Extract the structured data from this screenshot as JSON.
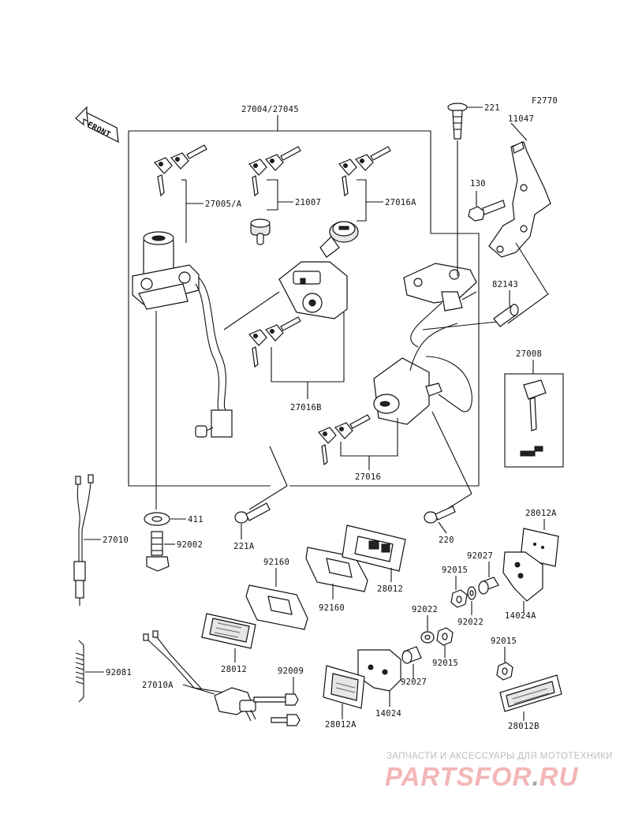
{
  "diagram": {
    "figure_code": "F2770",
    "front_label": "FRONT",
    "parts": {
      "p27004": "27004/27045",
      "p221": "221",
      "p11047": "11047",
      "p130": "130",
      "p27005A": "27005/A",
      "p21007": "21007",
      "p27016A": "27016A",
      "p82143": "82143",
      "p27008": "27008",
      "p27016B": "27016B",
      "p27016": "27016",
      "p411": "411",
      "p92002": "92002",
      "p27010": "27010",
      "p221A": "221A",
      "p220": "220",
      "p28012A_top": "28012A",
      "p92160_a": "92160",
      "p92160_b": "92160",
      "p28012_a": "28012",
      "p28012_b": "28012",
      "p92027_a": "92027",
      "p92015_a": "92015",
      "p92022_a": "92022",
      "p92022_b": "92022",
      "p14024A": "14024A",
      "p92015_b": "92015",
      "p92015_c": "92015",
      "p92027_b": "92027",
      "p92081": "92081",
      "p27010A": "27010A",
      "p92009": "92009",
      "p28012A_bot": "28012A",
      "p14024": "14024",
      "p28012B": "28012B"
    }
  },
  "watermark": {
    "caption": "ЗАПЧАСТИ И АКСЕССУАРЫ ДЛЯ МОТОТЕХНИКИ",
    "brand_left": "PARTS",
    "brand_mid": "FOR",
    "brand_dot": ".",
    "brand_right": "RU"
  }
}
